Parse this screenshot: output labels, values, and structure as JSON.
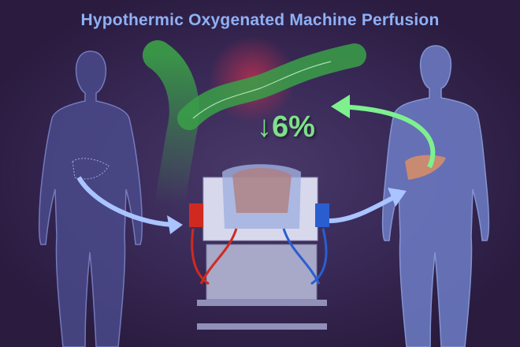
{
  "title": "Hypothermic Oxygenated Machine Perfusion",
  "stat": {
    "arrow": "↓",
    "value": "6%",
    "direction": "decrease"
  },
  "figures": {
    "donor": {
      "label": "donor-silhouette",
      "organ": "liver-outline-dashed"
    },
    "recipient": {
      "label": "recipient-silhouette",
      "organ": "liver-transplanted"
    },
    "device": {
      "label": "perfusion-machine"
    },
    "vessel": {
      "label": "bile-duct-stricture"
    }
  },
  "colors": {
    "background": "#2a1b3f",
    "title": "#8fb0f5",
    "stat": "#7ee08a",
    "body": "#6f7fc0",
    "arrow_blue": "#a9c4ff",
    "arrow_green": "#7ef08e",
    "liver": "#c98a72",
    "red_tube": "#d02a20",
    "blue_tube": "#2a5ed0"
  }
}
